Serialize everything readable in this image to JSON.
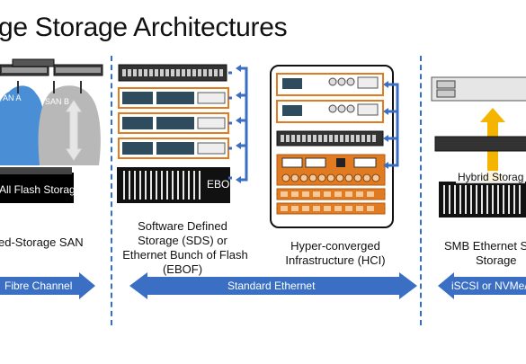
{
  "title": "ge Storage Architectures",
  "sections": {
    "san": {
      "label_a": "AN A",
      "label_b": "SAN B",
      "all_flash": "All Flash Storage",
      "caption_line1": "ed-Storage SAN"
    },
    "sds": {
      "ebof_label": "EBOF",
      "caption_line1": "Software Defined",
      "caption_line2": "Storage (SDS) or",
      "caption_line3": "Ethernet Bunch of Flash",
      "caption_line4": "(EBOF)"
    },
    "hci": {
      "caption_line1": "Hyper-converged",
      "caption_line2": "Infrastructure (HCI)"
    },
    "smb": {
      "hybrid_label": "Hybrid Storag",
      "caption_line1": "SMB Ethernet Sh",
      "caption_line2": "Storage"
    }
  },
  "arrows": {
    "fibre": "Fibre Channel",
    "ethernet": "Standard Ethernet",
    "iscsi": "iSCSI or NVMe/T"
  },
  "colors": {
    "arrow_blue": "#3a6fc4",
    "san_blue": "#4a8fd6",
    "orange": "#e07b22",
    "yellow": "#f4b400",
    "divider": "#2f6fd1"
  }
}
